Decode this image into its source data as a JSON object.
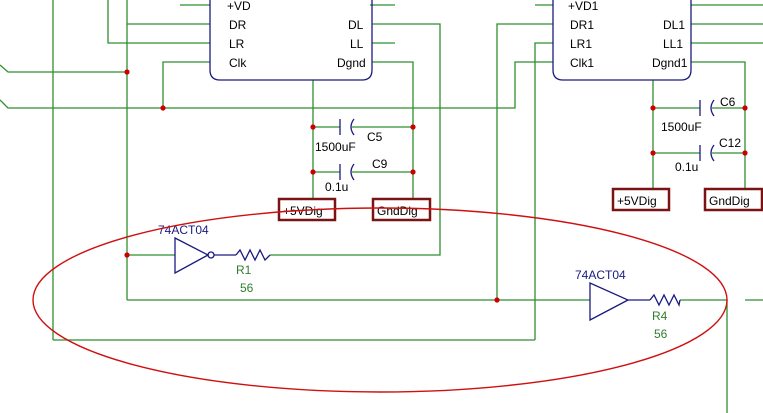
{
  "colors": {
    "wire": "#2f8f2f",
    "component": "#1a1a80",
    "junction": "#cc0000",
    "box_border": "#7a1414",
    "highlight_ellipse": "#d01010",
    "text_green": "#2e7d2e",
    "text_black": "#000000"
  },
  "chip_left": {
    "pins_left": [
      "+VD",
      "DR",
      "LR",
      "Clk"
    ],
    "pins_right": [
      "DL",
      "LL",
      "Dgnd"
    ]
  },
  "chip_right": {
    "pins_left": [
      "+VD1",
      "DR1",
      "LR1",
      "Clk1"
    ],
    "pins_right": [
      "DL1",
      "LL1",
      "Dgnd1"
    ]
  },
  "capacitors": {
    "c5": {
      "name": "C5",
      "value": "1500uF"
    },
    "c9": {
      "name": "C9",
      "value": "0.1u"
    },
    "c6": {
      "name": "C6",
      "value": "1500uF"
    },
    "c12": {
      "name": "C12",
      "value": "0.1u"
    }
  },
  "power_boxes": {
    "left_vdig": "+5VDig",
    "left_gnd": "GndDig",
    "right_vdig": "+5VDig",
    "right_gnd": "GndDig"
  },
  "inverters": {
    "left": {
      "part": "74ACT04"
    },
    "right": {
      "part": "74ACT04"
    }
  },
  "resistors": {
    "r1": {
      "name": "R1",
      "value": "56"
    },
    "r4": {
      "name": "R4",
      "value": "56"
    }
  }
}
